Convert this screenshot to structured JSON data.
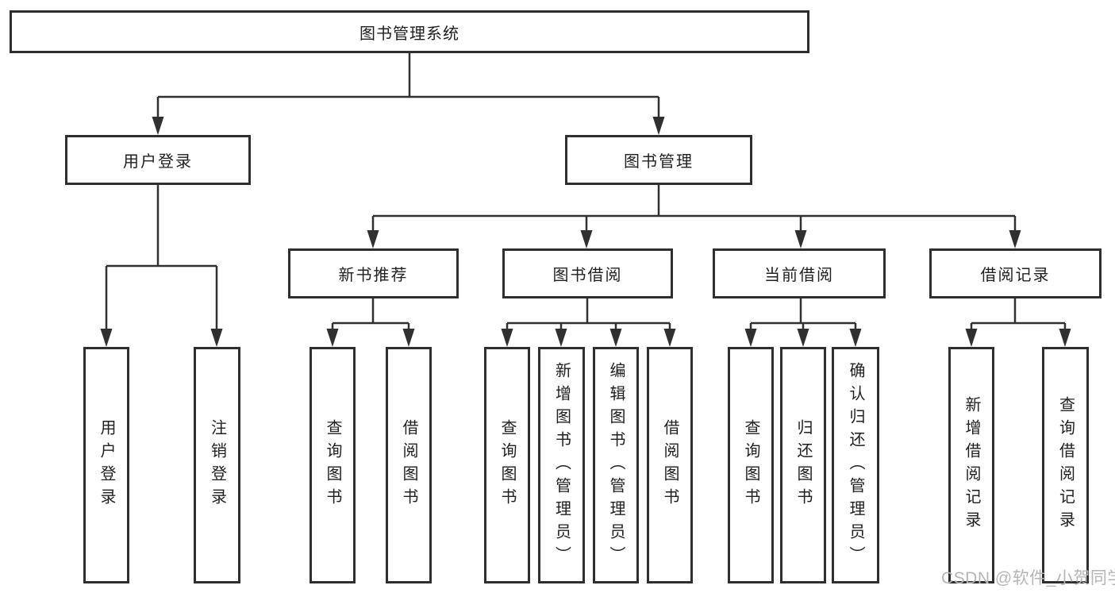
{
  "diagram_title": "图书管理系统",
  "nodes": {
    "root": "图书管理系统",
    "user_login": "用户登录",
    "book_mgmt": "图书管理",
    "new_book_rec": "新书推荐",
    "book_borrow": "图书借阅",
    "current_borrow": "当前借阅",
    "borrow_record": "借阅记录",
    "leaf_user_login": "用户登录",
    "leaf_logout": "注销登录",
    "leaf_rec_query": "查询图书",
    "leaf_rec_borrow": "借阅图书",
    "leaf_bor_query": "查询图书",
    "leaf_bor_add": "新增图书（管理员）",
    "leaf_bor_edit": "编辑图书（管理员）",
    "leaf_bor_borrow": "借阅图书",
    "leaf_cur_query": "查询图书",
    "leaf_cur_return": "归还图书",
    "leaf_cur_confirm": "确认归还（管理员）",
    "leaf_rcd_add": "新增借阅记录",
    "leaf_rcd_query": "查询借阅记录"
  },
  "hierarchy": {
    "图书管理系统": [
      "用户登录",
      "图书管理"
    ],
    "用户登录": [
      "用户登录",
      "注销登录"
    ],
    "图书管理": [
      "新书推荐",
      "图书借阅",
      "当前借阅",
      "借阅记录"
    ],
    "新书推荐": [
      "查询图书",
      "借阅图书"
    ],
    "图书借阅": [
      "查询图书",
      "新增图书（管理员）",
      "编辑图书（管理员）",
      "借阅图书"
    ],
    "当前借阅": [
      "查询图书",
      "归还图书",
      "确认归还（管理员）"
    ],
    "借阅记录": [
      "新增借阅记录",
      "查询借阅记录"
    ]
  },
  "watermark": "CSDN @软件_小贺同学",
  "colors": {
    "line": "#303030",
    "box_border": "#2f2f2f",
    "text": "#1f1f1f",
    "watermark": "#b5b5b5",
    "background": "#ffffff"
  }
}
